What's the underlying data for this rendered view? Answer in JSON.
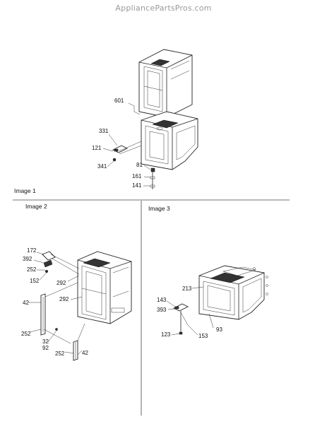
{
  "watermark": "AppliancePartsPros.com",
  "sections": {
    "image1": "Image 1",
    "image2": "Image 2",
    "image3": "Image 3"
  },
  "callouts": {
    "image1": [
      "601",
      "331",
      "121",
      "341",
      "81",
      "161",
      "141"
    ],
    "image2": [
      "172",
      "392",
      "252",
      "152",
      "292",
      "292",
      "42",
      "252",
      "32",
      "92",
      "252",
      "42"
    ],
    "image3": [
      "213",
      "143",
      "393",
      "123",
      "153",
      "93"
    ]
  }
}
